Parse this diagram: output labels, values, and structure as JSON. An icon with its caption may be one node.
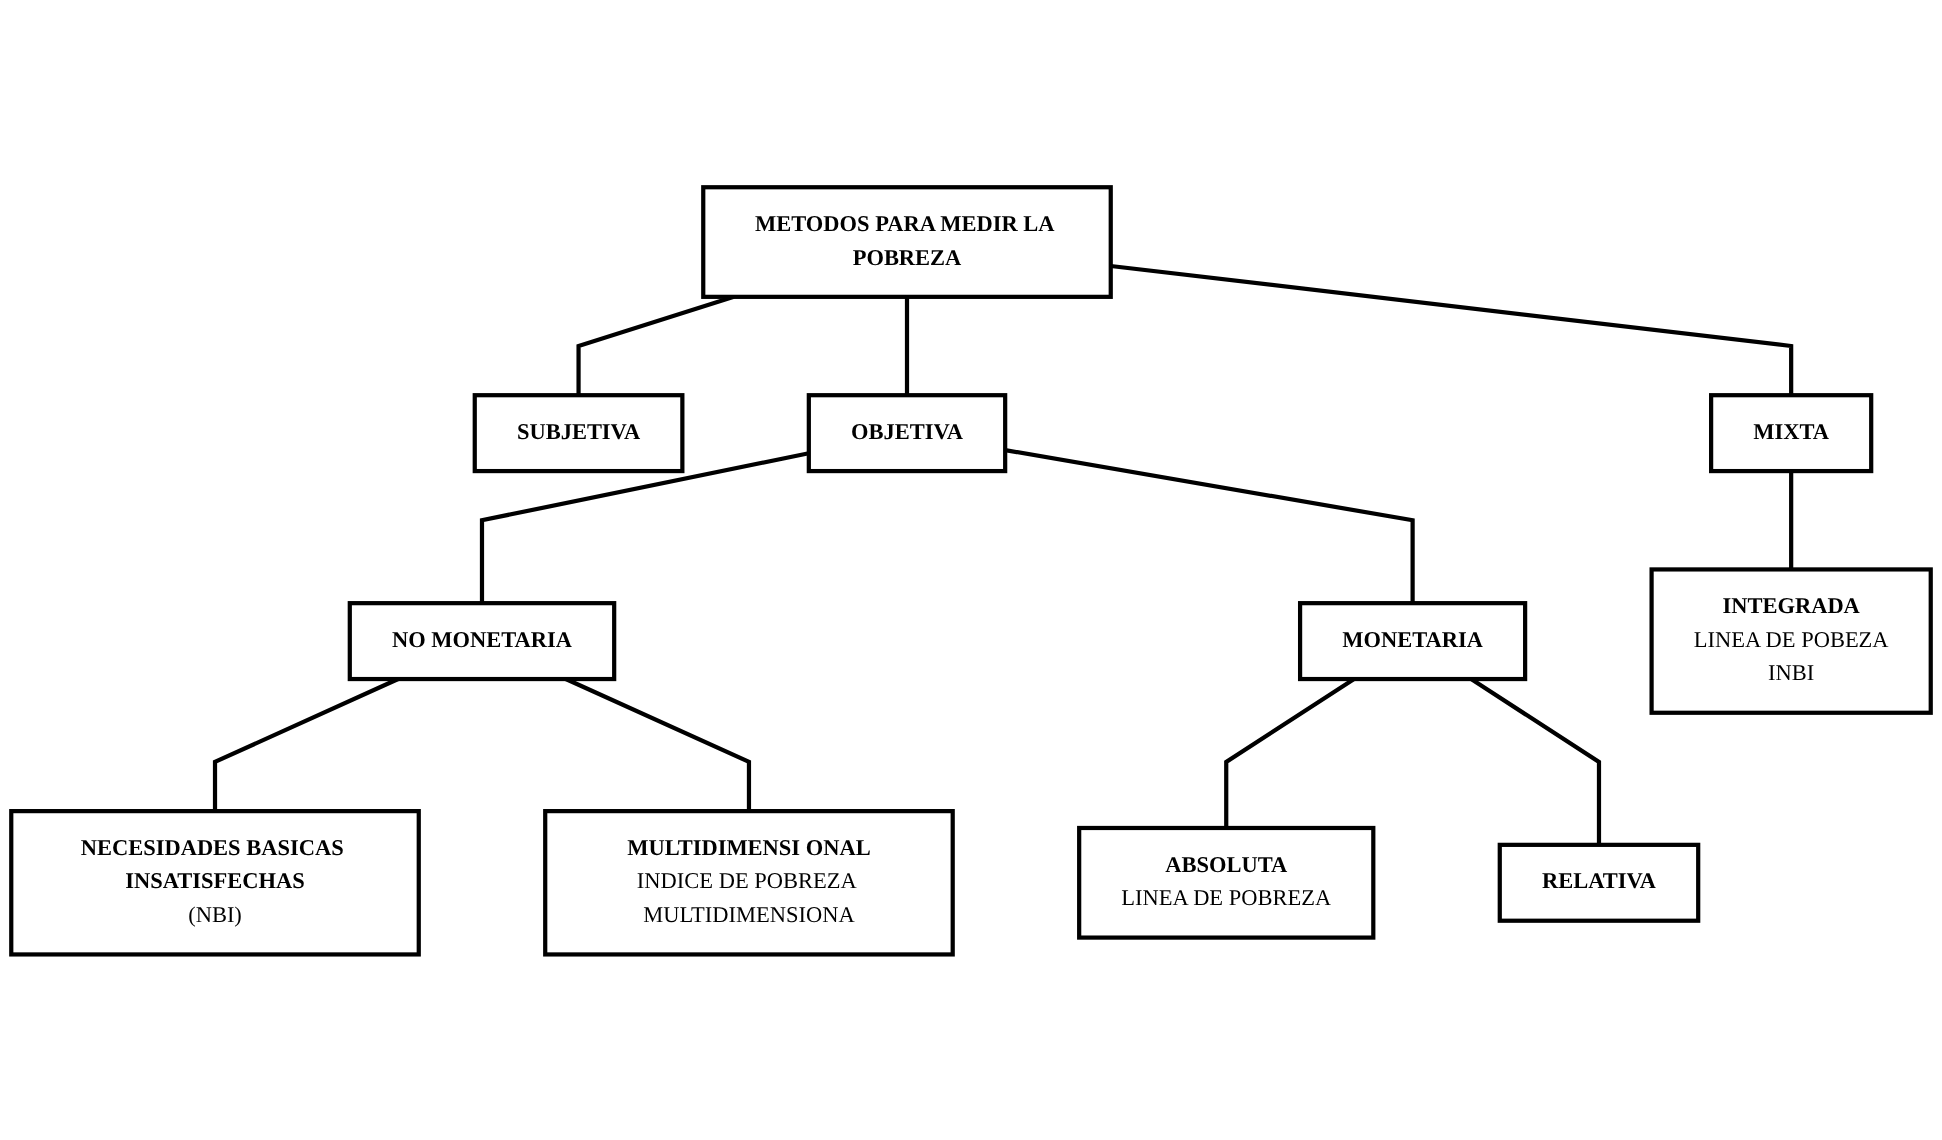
{
  "diagram": {
    "nodes": [
      {
        "text": [
          "METODOS PARA MEDIR LA POBREZA"
        ]
      },
      {
        "text": [
          "SUBJETIVA"
        ]
      },
      {
        "text": [
          "OBJETIVA"
        ]
      },
      {
        "text": [
          "MIXTA"
        ]
      },
      {
        "text": [
          "NO MONETARIA"
        ]
      },
      {
        "text": [
          "MONETARIA"
        ]
      },
      {
        "text": [
          "INTEGRADA",
          "LINEA DE POBEZA",
          "INBI"
        ]
      },
      {
        "text": [
          "NECESIDADES BASICAS INSATISFECHAS",
          "(NBI)"
        ]
      },
      {
        "text": [
          "MULTIDIMENSI ONAL",
          "INDICE DE POBREZA MULTIDIMENSIONA"
        ]
      },
      {
        "text": [
          "ABSOLUTA",
          "LINEA DE POBREZA"
        ]
      },
      {
        "text": [
          "RELATIVA"
        ]
      }
    ],
    "edges": [
      {
        "from": 0,
        "to": 1,
        "arrow": "none"
      },
      {
        "from": 0,
        "to": 2,
        "arrow": "none"
      },
      {
        "from": 0,
        "to": 3,
        "arrow": "none"
      },
      {
        "from": 2,
        "to": 4,
        "arrow": "none"
      },
      {
        "from": 2,
        "to": 5,
        "arrow": "none"
      },
      {
        "from": 3,
        "to": 6,
        "arrow": "none"
      },
      {
        "from": 4,
        "to": 7,
        "arrow": "none"
      },
      {
        "from": 4,
        "to": 8,
        "arrow": "none"
      },
      {
        "from": 5,
        "to": 9,
        "arrow": "none"
      },
      {
        "from": 5,
        "to": 10,
        "arrow": "none"
      }
    ]
  }
}
